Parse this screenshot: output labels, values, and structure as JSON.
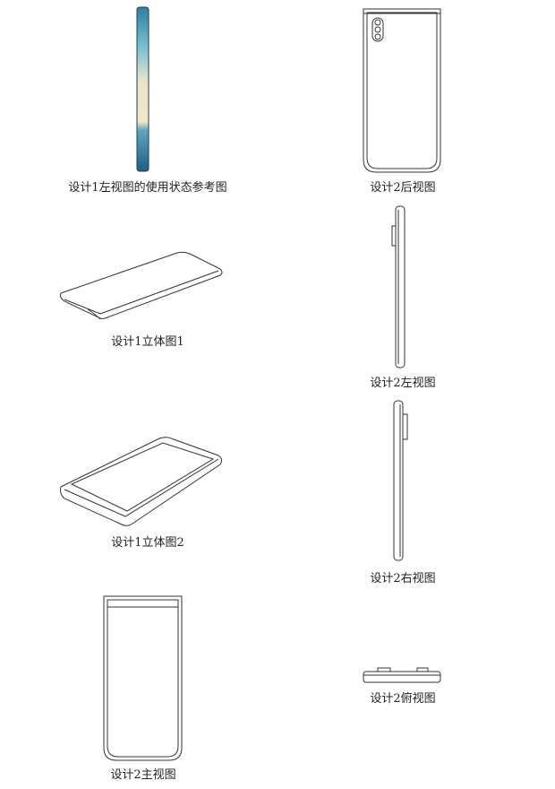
{
  "figures": [
    {
      "label": "设计1左视图的使用状态参考图"
    },
    {
      "label": "设计2后视图"
    },
    {
      "label": "设计1立体图1"
    },
    {
      "label": "设计2左视图"
    },
    {
      "label": "设计1立体图2"
    },
    {
      "label": "设计2右视图"
    },
    {
      "label": "设计2主视图"
    },
    {
      "label": "设计2俯视图"
    }
  ],
  "colors": {
    "line": "#333333",
    "tube_blue": "#3f8fb0",
    "tube_cream": "#efe6c8"
  }
}
